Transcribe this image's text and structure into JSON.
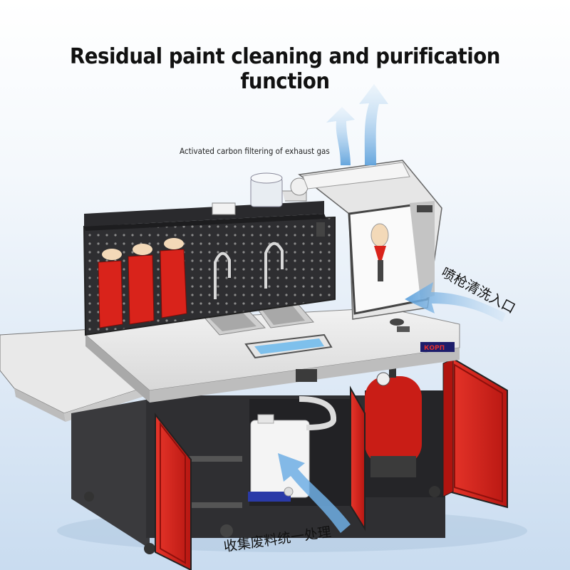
{
  "title": "Residual paint cleaning and purification function",
  "captions": {
    "carbon_filter": "Activated carbon filtering of exhaust gas",
    "spray_gun_inlet": "喷枪清洗入口",
    "waste_collection": "收集废料统一处理"
  },
  "colors": {
    "cabinet_red": "#d9231b",
    "frame_dark": "#2b2b2e",
    "countertop": "#e4e4e4",
    "arrow_blue": "#7fb6e6"
  }
}
